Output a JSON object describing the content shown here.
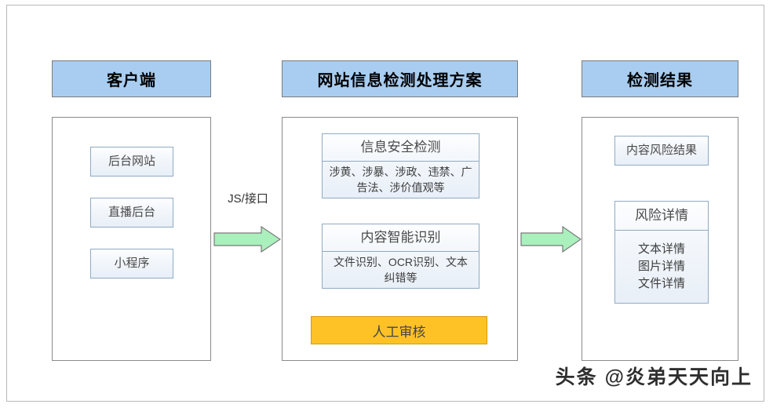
{
  "diagram": {
    "columns": {
      "client": {
        "header": "客户端",
        "cards": [
          {
            "title": "后台网站"
          },
          {
            "title": "直播后台"
          },
          {
            "title": "小程序"
          }
        ]
      },
      "solution": {
        "header": "网站信息检测处理方案",
        "cards": [
          {
            "title": "信息安全检测",
            "body": "涉黄、涉暴、涉政、违禁、广告法、涉价值观等"
          },
          {
            "title": "内容智能识别",
            "body": "文件识别、OCR识别、文本纠错等"
          }
        ],
        "manual_review": "人工审核"
      },
      "result": {
        "header": "检测结果",
        "cards": [
          {
            "title": "内容风险结果"
          },
          {
            "title": "风险详情",
            "lines": [
              "文本详情",
              "图片详情",
              "文件详情"
            ]
          }
        ]
      }
    },
    "connectors": [
      {
        "label": "JS/接口",
        "icon": "arrow-right-icon"
      },
      {
        "label": "",
        "icon": "arrow-right-icon"
      }
    ],
    "watermark": "头条 @炎弟天天向上",
    "colors": {
      "header_fill": "#a8cdf0",
      "card_border": "#8faac4",
      "manual_review_fill": "#ffc226",
      "manual_review_border": "#d49a11",
      "arrow_fill": "#a9f0bd",
      "arrow_border": "#7a7a7a",
      "canvas_border": "#b9b9b9"
    }
  }
}
